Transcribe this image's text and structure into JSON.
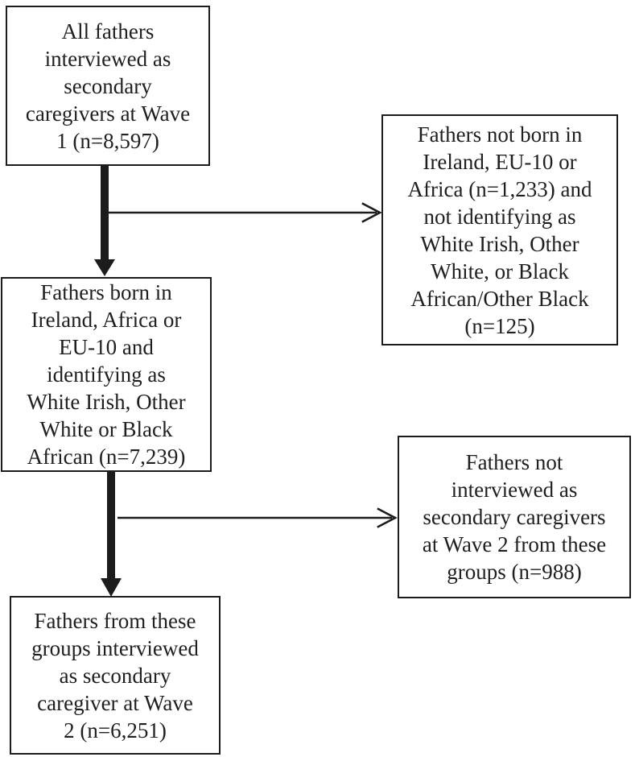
{
  "diagram": {
    "type": "study-flow-diagram",
    "boxes": [
      {
        "id": "wave1-all",
        "text": "All fathers\ninterviewed as\nsecondary\ncaregivers at Wave\n1 (n=8,597)",
        "n": "8,597"
      },
      {
        "id": "excluded-wave1",
        "text": "Fathers not born in\nIreland, EU-10 or\nAfrica (n=1,233) and\nnot identifying as\nWhite Irish, Other\nWhite, or Black\nAfrican/Other Black\n(n=125)",
        "n_not_born": "1,233",
        "n_not_identifying": "125"
      },
      {
        "id": "eligible-groups",
        "text": "Fathers born in\nIreland, Africa or\nEU-10 and\nidentifying as\nWhite Irish, Other\nWhite or Black\nAfrican (n=7,239)",
        "n": "7,239"
      },
      {
        "id": "excluded-wave2",
        "text": "Fathers not\ninterviewed as\nsecondary caregivers\nat Wave 2 from these\ngroups (n=988)",
        "n": "988"
      },
      {
        "id": "wave2-final",
        "text": "Fathers from these\ngroups interviewed\nas secondary\ncaregiver at Wave\n2 (n=6,251)",
        "n": "6,251"
      }
    ],
    "colors": {
      "background": "#ffffff",
      "box_border": "#1c1c1c",
      "text": "#1f1f1f",
      "arrow": "#1c1c1c"
    }
  }
}
